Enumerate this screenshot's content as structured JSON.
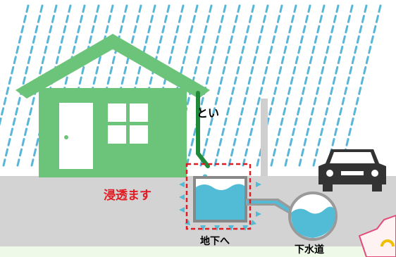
{
  "labels": {
    "gutter": "とい",
    "infiltration": "浸透ます",
    "to_ground": "地下へ",
    "sewer": "下水道"
  },
  "colors": {
    "background": "#eef9e8",
    "house": "#6cc47b",
    "gutter": "#1e8a3a",
    "water": "#52bbd6",
    "rain": "#5ab6d8",
    "ground": "#d3d3d3",
    "highlight_red": "#e11b22",
    "car": "#333333"
  },
  "icons": [
    "rain",
    "house",
    "rain-gutter",
    "infiltration-basin",
    "sewer-tank",
    "car",
    "speech-bubble"
  ]
}
